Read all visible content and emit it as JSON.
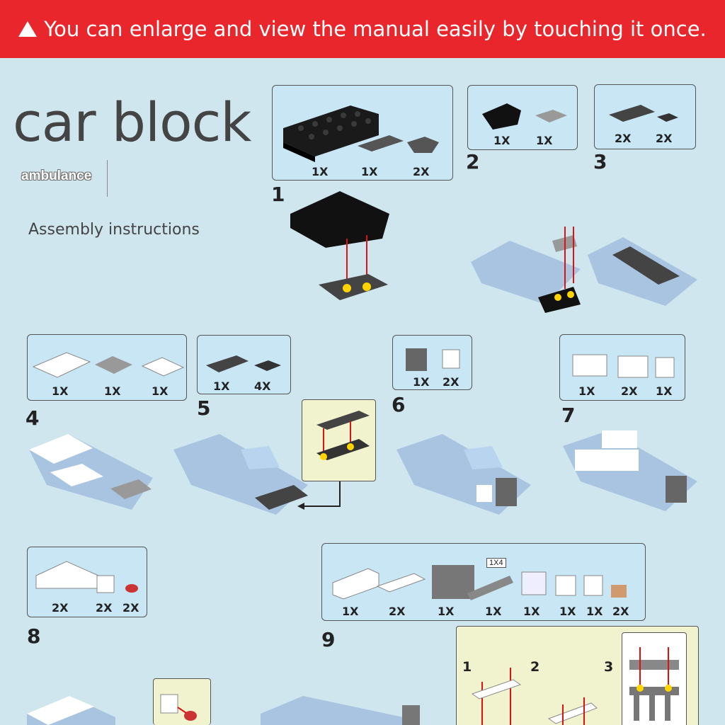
{
  "banner": {
    "text": "You can enlarge and view the manual easily by touching it once."
  },
  "header": {
    "title": "car block",
    "subtitle": "ambulance",
    "assembly_label": "Assembly instructions"
  },
  "steps": [
    {
      "number": "1",
      "quantities": [
        "1X",
        "1X",
        "2X"
      ]
    },
    {
      "number": "2",
      "quantities": [
        "1X",
        "1X"
      ]
    },
    {
      "number": "3",
      "quantities": [
        "2X",
        "2X"
      ]
    },
    {
      "number": "4",
      "quantities": [
        "1X",
        "1X",
        "1X"
      ]
    },
    {
      "number": "5",
      "quantities": [
        "1X",
        "4X"
      ]
    },
    {
      "number": "6",
      "quantities": [
        "1X",
        "2X"
      ]
    },
    {
      "number": "7",
      "quantities": [
        "1X",
        "2X",
        "1X"
      ]
    },
    {
      "number": "8",
      "quantities": [
        "2X",
        "2X",
        "2X"
      ]
    },
    {
      "number": "9",
      "quantities": [
        "1X",
        "2X",
        "1X",
        "1X",
        "1X",
        "1X",
        "1X",
        "2X"
      ],
      "tag": "1X4"
    }
  ],
  "substeps": [
    "1",
    "2",
    "3"
  ],
  "colors": {
    "banner": "#e8262b",
    "background": "#cfe6ef",
    "part_box": "#c8e6f4",
    "sub_box": "#f1f3cf",
    "arrow": "#dd1111"
  }
}
